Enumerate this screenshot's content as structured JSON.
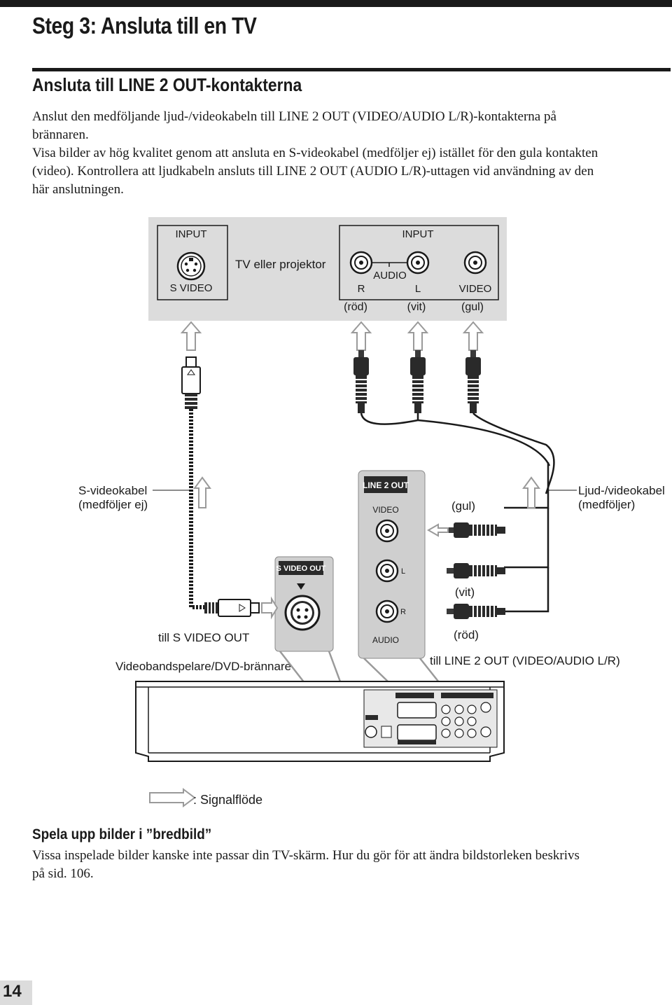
{
  "page": {
    "step_title": "Steg 3: Ansluta till en TV",
    "section_title": "Ansluta till LINE 2 OUT-kontakterna",
    "intro_lines": [
      "Anslut den medföljande ljud-/videokabeln till LINE 2 OUT (VIDEO/AUDIO L/R)-kontakterna på",
      "brännaren.",
      "Visa bilder av hög kvalitet genom att ansluta en S-videokabel (medföljer ej) istället för den gula kontakten",
      "(video). Kontrollera att ljudkabeln ansluts till LINE 2 OUT (AUDIO L/R)-uttagen vid användning av den",
      "här anslutningen."
    ],
    "page_number": "14"
  },
  "diagram": {
    "tv": {
      "input_left": "INPUT",
      "input_right": "INPUT",
      "s_video_label": "S VIDEO",
      "device_label": "TV eller projektor",
      "audio_label": "AUDIO",
      "r_label": "R",
      "l_label": "L",
      "video_label": "VIDEO",
      "color_red": "(röd)",
      "color_white": "(vit)",
      "color_yellow": "(gul)"
    },
    "cables": {
      "s_video_cable_line1": "S-videokabel",
      "s_video_cable_line2": "(medföljer ej)",
      "av_cable_line1": "Ljud-/videokabel",
      "av_cable_line2": "(medföljer)"
    },
    "recorder": {
      "line2_out": "LINE 2 OUT",
      "video": "VIDEO",
      "l": "L",
      "r": "R",
      "audio": "AUDIO",
      "s_video_out": "S VIDEO OUT",
      "plug_yellow": "(gul)",
      "plug_white": "(vit)",
      "plug_red": "(röd)",
      "to_s_video_out": "till S VIDEO OUT",
      "to_line2_out": "till LINE 2 OUT (VIDEO/AUDIO L/R)",
      "device_name": "Videobandspelare/DVD-brännare"
    },
    "legend": {
      "signal_flow": ": Signalflöde"
    },
    "colors": {
      "panel_gray": "#dcdcdc",
      "line": "#1a1a1a"
    }
  },
  "bottom": {
    "title": "Spela upp bilder i ”bredbild”",
    "text_lines": [
      "Vissa inspelade bilder kanske inte passar din TV-skärm. Hur du gör för att ändra bildstorleken beskrivs",
      "på sid. 106."
    ]
  }
}
